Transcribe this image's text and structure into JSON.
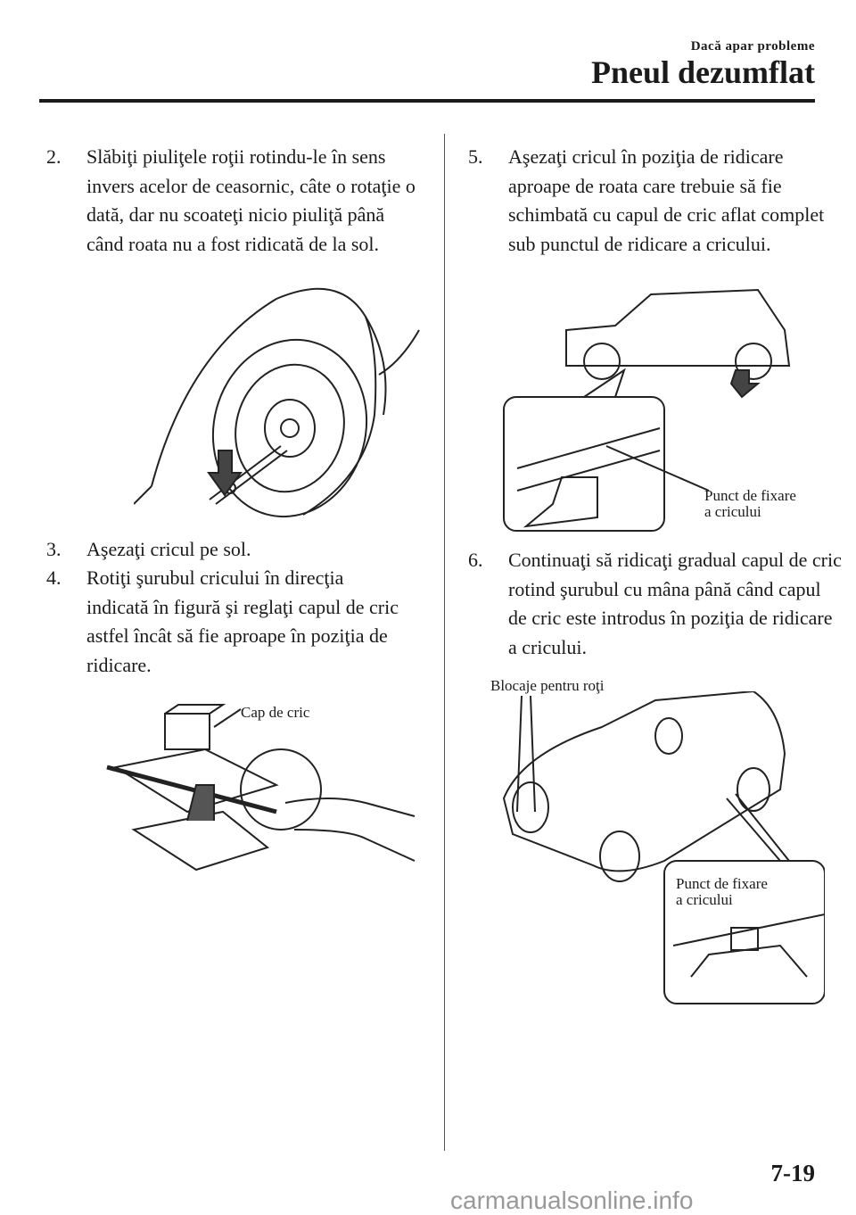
{
  "header": {
    "section": "Dacă apar probleme",
    "title": "Pneul dezumflat"
  },
  "steps": [
    {
      "num": "2.",
      "text": "Slăbiţi piuliţele roţii rotindu-le în sens invers acelor de ceasornic, câte o rotaţie o dată, dar nu scoateţi nicio piuliţă până când roata nu a fost ridicată de la sol."
    },
    {
      "num": "3.",
      "text": "Aşezaţi cricul pe sol."
    },
    {
      "num": "4.",
      "text": "Rotiţi şurubul cricului în direcţia indicată în figură şi reglaţi capul de cric astfel încât să fie aproape în poziţia de ridicare."
    },
    {
      "num": "5.",
      "text": "Aşezaţi cricul în poziţia de ridicare aproape de roata care trebuie să fie schimbată cu capul de cric aflat complet sub punctul de ridicare a cricului."
    },
    {
      "num": "6.",
      "text": "Continuaţi să ridicaţi gradual capul de cric rotind şurubul cu mâna până când capul de cric este introdus în poziţia de ridicare a cricului."
    }
  ],
  "figures": {
    "jack_head_label": "Cap de cric",
    "jack_point_label_1": "Punct de fixare",
    "jack_point_label_2": "a cricului",
    "wheel_blocks_label": "Blocaje pentru roţi",
    "jack_point2_label_1": "Punct de fixare",
    "jack_point2_label_2": "a cricului"
  },
  "footer": {
    "page_number": "7-19",
    "watermark": "carmanualsonline.info"
  }
}
